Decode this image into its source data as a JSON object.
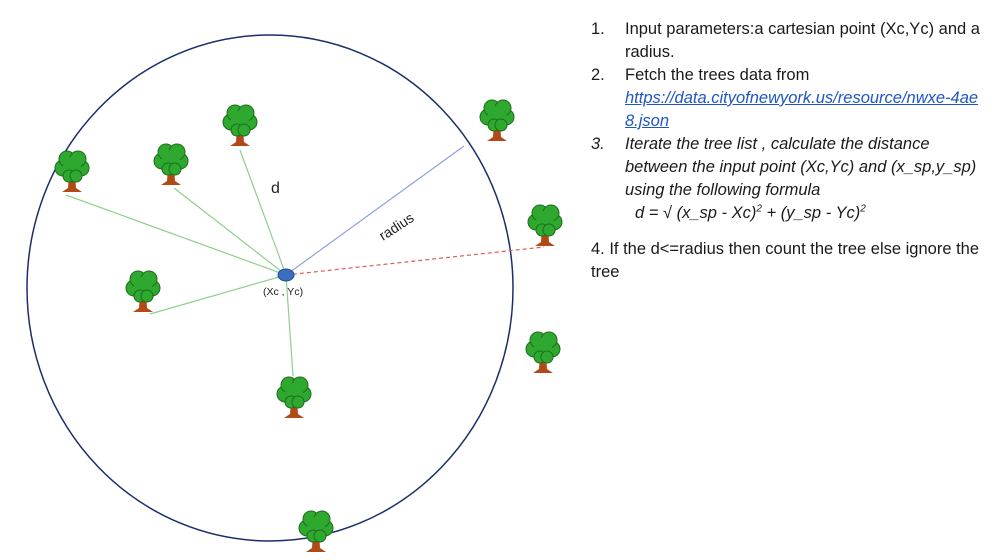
{
  "diagram": {
    "label_d": "d",
    "label_radius": "radius",
    "center_label": "(Xc , Yc)",
    "icon": "tree-icon",
    "colors": {
      "circle": "#1a2e6b",
      "center_point": "#3a6fc0",
      "distance_line": "#8fcf8f",
      "radius_line": "#8ea2d8",
      "outside_line": "#e05a5a",
      "tree_foliage": "#2ea82e",
      "tree_trunk": "#b04a17"
    }
  },
  "steps": {
    "step1_num": "1.",
    "step1_text": "Input parameters:a cartesian point (Xc,Yc) and a radius.",
    "step2_num": "2.",
    "step2_text": "Fetch the  trees data from",
    "step2_link": "https://data.cityofnewyork.us/resource/nwxe-4ae8.json",
    "step3_num": "3.",
    "step3_text": "Iterate the tree list ,  calculate the distance between the input point (Xc,Yc) and (x_sp,y_sp) using the following formula",
    "formula_a": "d = √  (x_sp - Xc)",
    "formula_sup1": "2",
    "formula_b": " + (y_sp - Yc)",
    "formula_sup2": "2",
    "step4_text": "4. If the d<=radius then count the tree else ignore the tree"
  }
}
